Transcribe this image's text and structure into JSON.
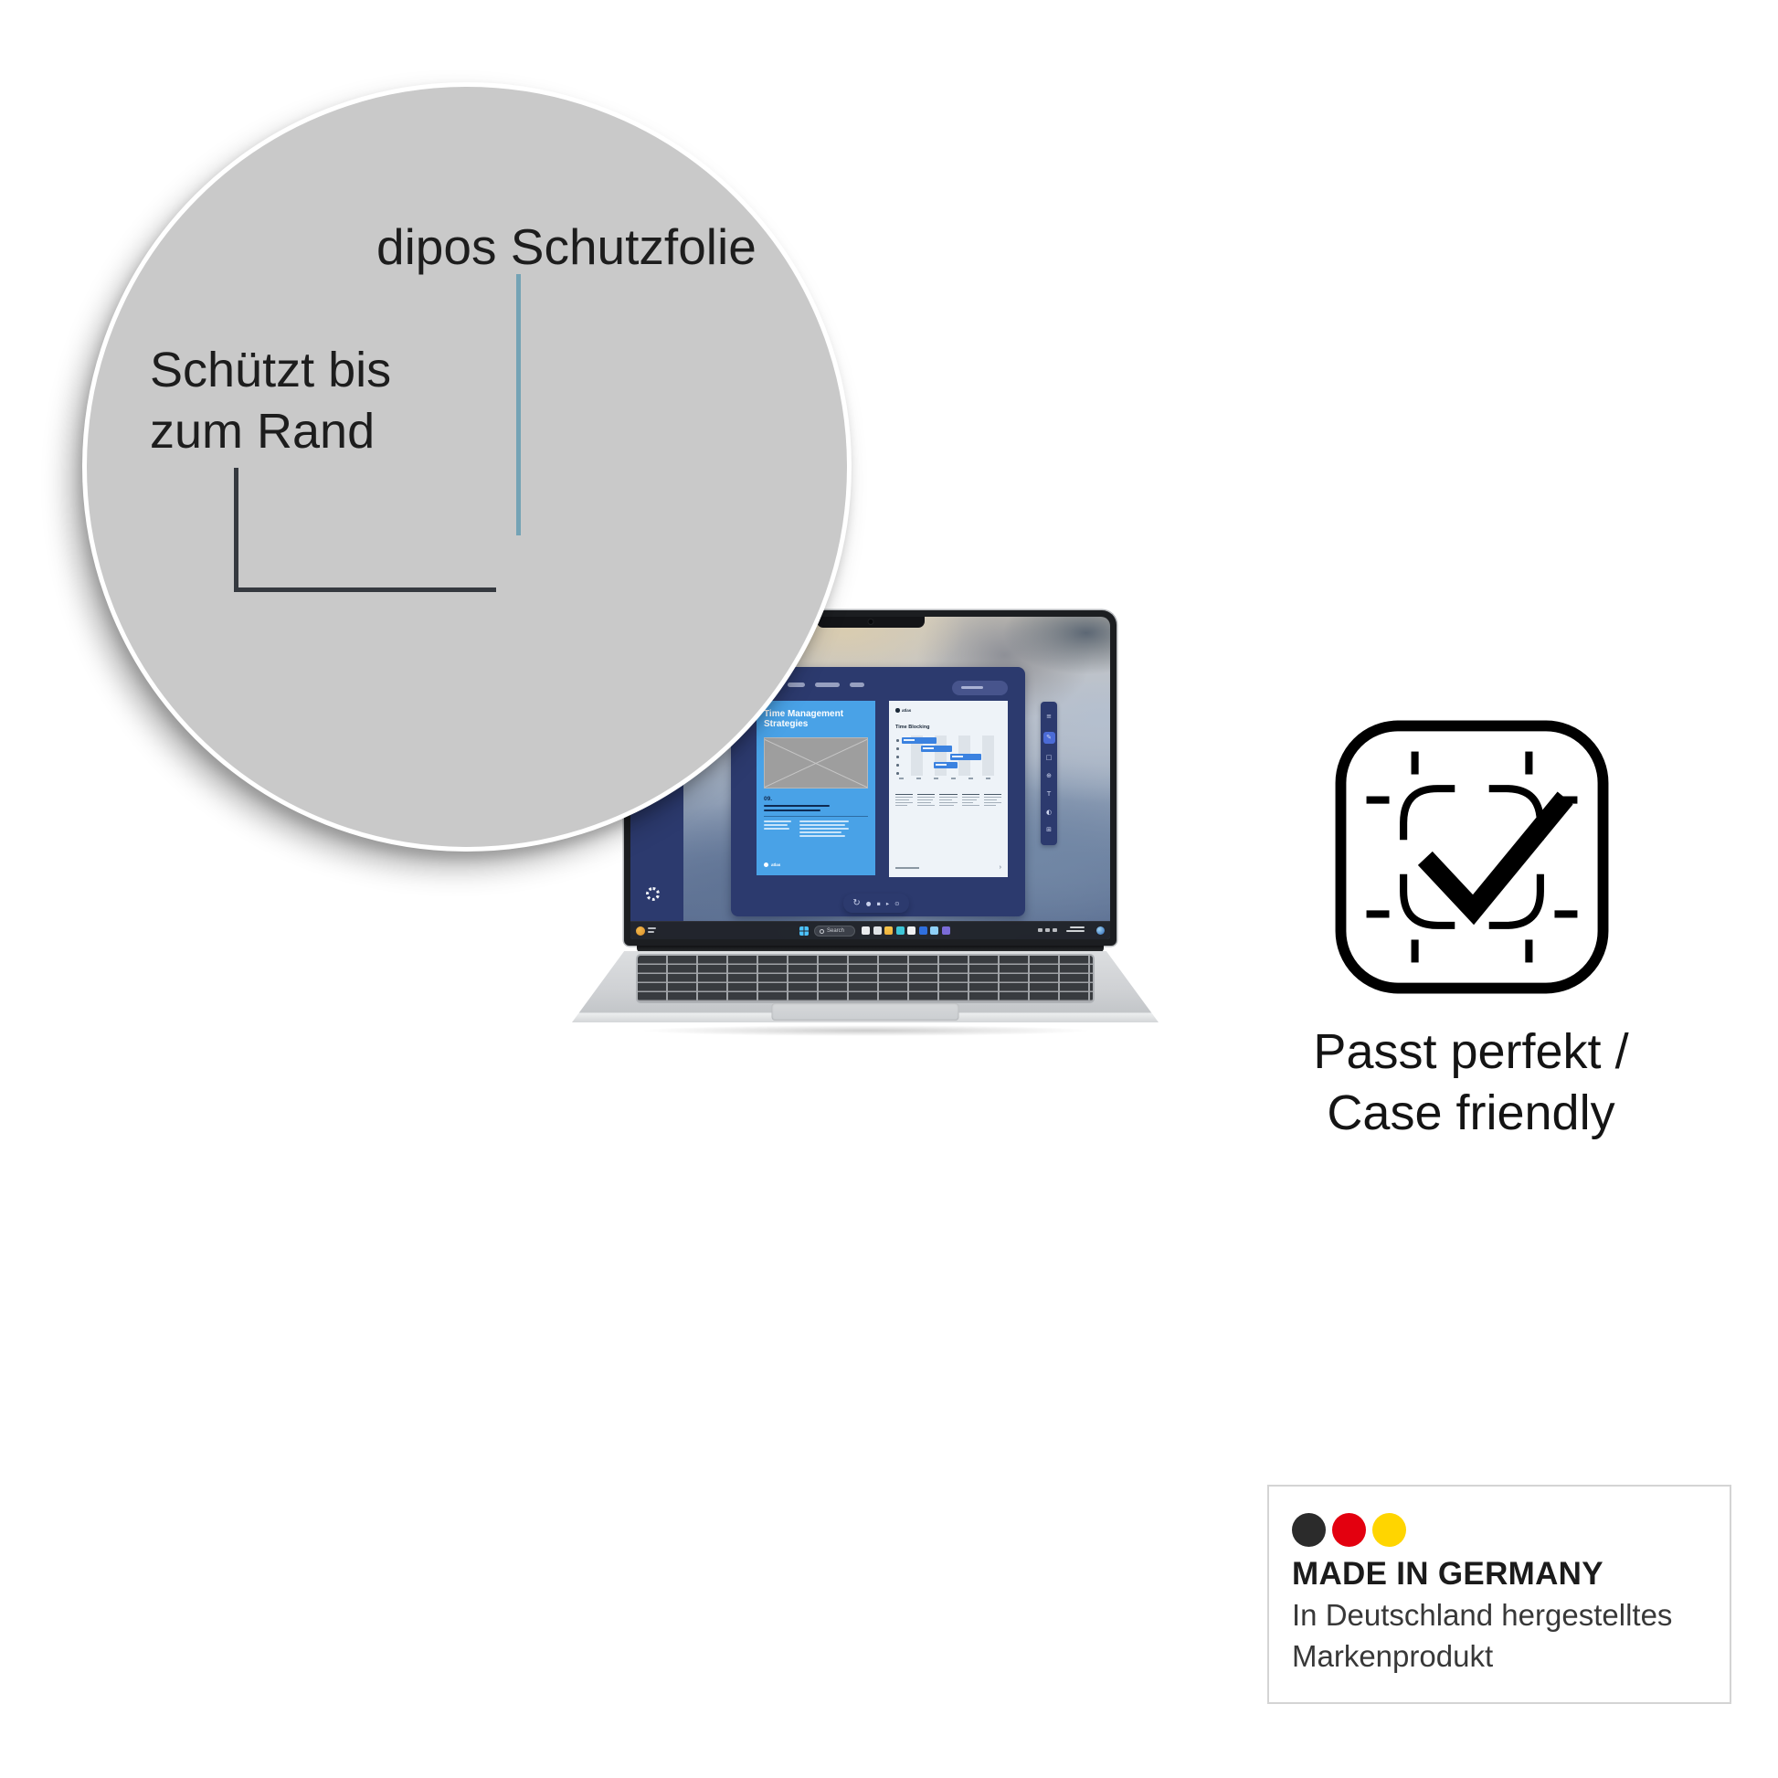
{
  "callout": {
    "product_label": "dipos Schutzfolie",
    "claim_line1": "Schützt bis",
    "claim_line2": "zum Rand",
    "colors": {
      "circle_fill": "#c9c9c9",
      "pointer_blue": "#74a3b5",
      "pointer_dark": "#35393f"
    }
  },
  "laptop": {
    "screen": {
      "window_color": "#2c3a6e",
      "slide_left": {
        "title_line1": "Time Management",
        "title_line2": "Strategies",
        "section_number": "09.",
        "logo_text": "atlas",
        "background": "#49a2e7"
      },
      "slide_right": {
        "logo_text": "atlas",
        "heading": "Time Blocking",
        "bar_color": "#3b82e0",
        "chevron": "›"
      },
      "tool_palette": {
        "icons": [
          {
            "name": "menu-icon",
            "glyph": "≡"
          },
          {
            "name": "pencil-icon",
            "glyph": "✎"
          },
          {
            "name": "shape-icon",
            "glyph": "□"
          },
          {
            "name": "add-icon",
            "glyph": "⊕"
          },
          {
            "name": "text-icon",
            "glyph": "T"
          },
          {
            "name": "contrast-icon",
            "glyph": "◐"
          },
          {
            "name": "grid-icon",
            "glyph": "⊞"
          }
        ]
      },
      "quick_toolbar": {
        "icons": [
          {
            "name": "sync-icon",
            "glyph": "↻"
          },
          {
            "name": "dot-icon",
            "glyph": "●"
          },
          {
            "name": "lock-icon",
            "glyph": "▪"
          },
          {
            "name": "play-icon",
            "glyph": "▸"
          },
          {
            "name": "settings-icon",
            "glyph": "⊙"
          }
        ]
      },
      "taskbar": {
        "search_label": "Search",
        "app_icon_styles": [
          "background:#e9ebee",
          "background:#dfe3e7",
          "background:linear-gradient(#f7c64e,#eeb13c)",
          "background:#3ec6d8",
          "background:#f0f1f3",
          "background:#2f6fde",
          "background:#8fd0f8",
          "background:#7a6bd8"
        ]
      }
    }
  },
  "fit_badge": {
    "caption_line1": "Passt perfekt /",
    "caption_line2": "Case friendly"
  },
  "made_in_germany": {
    "title": "MADE IN GERMANY",
    "subtitle_line1": "In Deutschland hergestelltes",
    "subtitle_line2": "Markenprodukt",
    "dot_styles": [
      "background:#2b2b2b",
      "background:#e3000f",
      "background:#ffd500"
    ]
  }
}
